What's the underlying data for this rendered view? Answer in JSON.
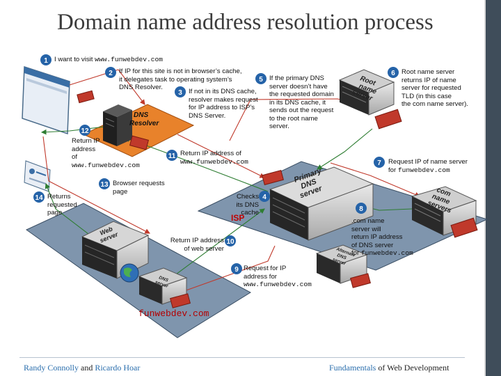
{
  "title": "Domain name address resolution process",
  "footer": {
    "author1": "Randy Connolly",
    "and": "and",
    "author2": "Ricardo Hoar",
    "book_highlight": "Fundamentals",
    "book_rest": "of Web Development"
  },
  "isp_label": "ISP",
  "domain_label": "funwebdev.com",
  "servers": {
    "dns_resolver_1": "DNS",
    "dns_resolver_2": "Resolver",
    "root_1": "Root",
    "root_2": "name",
    "root_3": "server",
    "primary_1": "Primary",
    "primary_2": "DNS",
    "primary_3": "server",
    "com_1": "com",
    "com_2": "name",
    "com_3": "servers",
    "web_1": "Web",
    "web_2": "server",
    "dns_small_1": "DNS",
    "dns_small_2": "server",
    "alt_1": "Alternate",
    "alt_2": "DNS",
    "alt_3": "server"
  },
  "steps": [
    {
      "n": "1",
      "text": "I want to visit",
      "mono": "www.funwebdev.com"
    },
    {
      "n": "2",
      "lines": [
        "If IP for this site is not in browser’s cache,",
        "it delegates task to operating system’s",
        "DNS Resolver."
      ]
    },
    {
      "n": "3",
      "lines": [
        "If not in its DNS cache,",
        "resolver makes request",
        "for IP address to ISP’s",
        "DNS Server."
      ]
    },
    {
      "n": "4",
      "lines": [
        "Checks",
        "its DNS cache"
      ]
    },
    {
      "n": "5",
      "lines": [
        "If the primary DNS",
        "server doesn’t have",
        "the requested domain",
        "in its DNS cache, it",
        "sends out the request",
        "to the root name",
        "server."
      ]
    },
    {
      "n": "6",
      "lines": [
        "Root name server",
        "returns IP of name",
        "server for requested",
        "TLD (in this case",
        "the com name server)."
      ]
    },
    {
      "n": "7",
      "line1": "Request IP of name server",
      "line2": "for",
      "mono": "funwebdev.com"
    },
    {
      "n": "8",
      "lines": [
        ".com name",
        "server will",
        "return IP address",
        "of DNS server"
      ],
      "lastpre": "for",
      "mono": "funwebdev.com"
    },
    {
      "n": "9",
      "lines": [
        "Request for IP",
        "address for"
      ],
      "mono": "www.funwebdev.com"
    },
    {
      "n": "10",
      "lines": [
        "Return IP address",
        "of web server"
      ]
    },
    {
      "n": "11",
      "line1": "Return IP address of",
      "mono": "www.funwebdev.com"
    },
    {
      "n": "12",
      "lines": [
        "Return IP",
        "address",
        "of"
      ],
      "mono": "www.funwebdev.com"
    },
    {
      "n": "13",
      "lines": [
        "Browser requests",
        "page"
      ]
    },
    {
      "n": "14",
      "lines": [
        "Returns",
        "requested",
        "page"
      ]
    }
  ]
}
